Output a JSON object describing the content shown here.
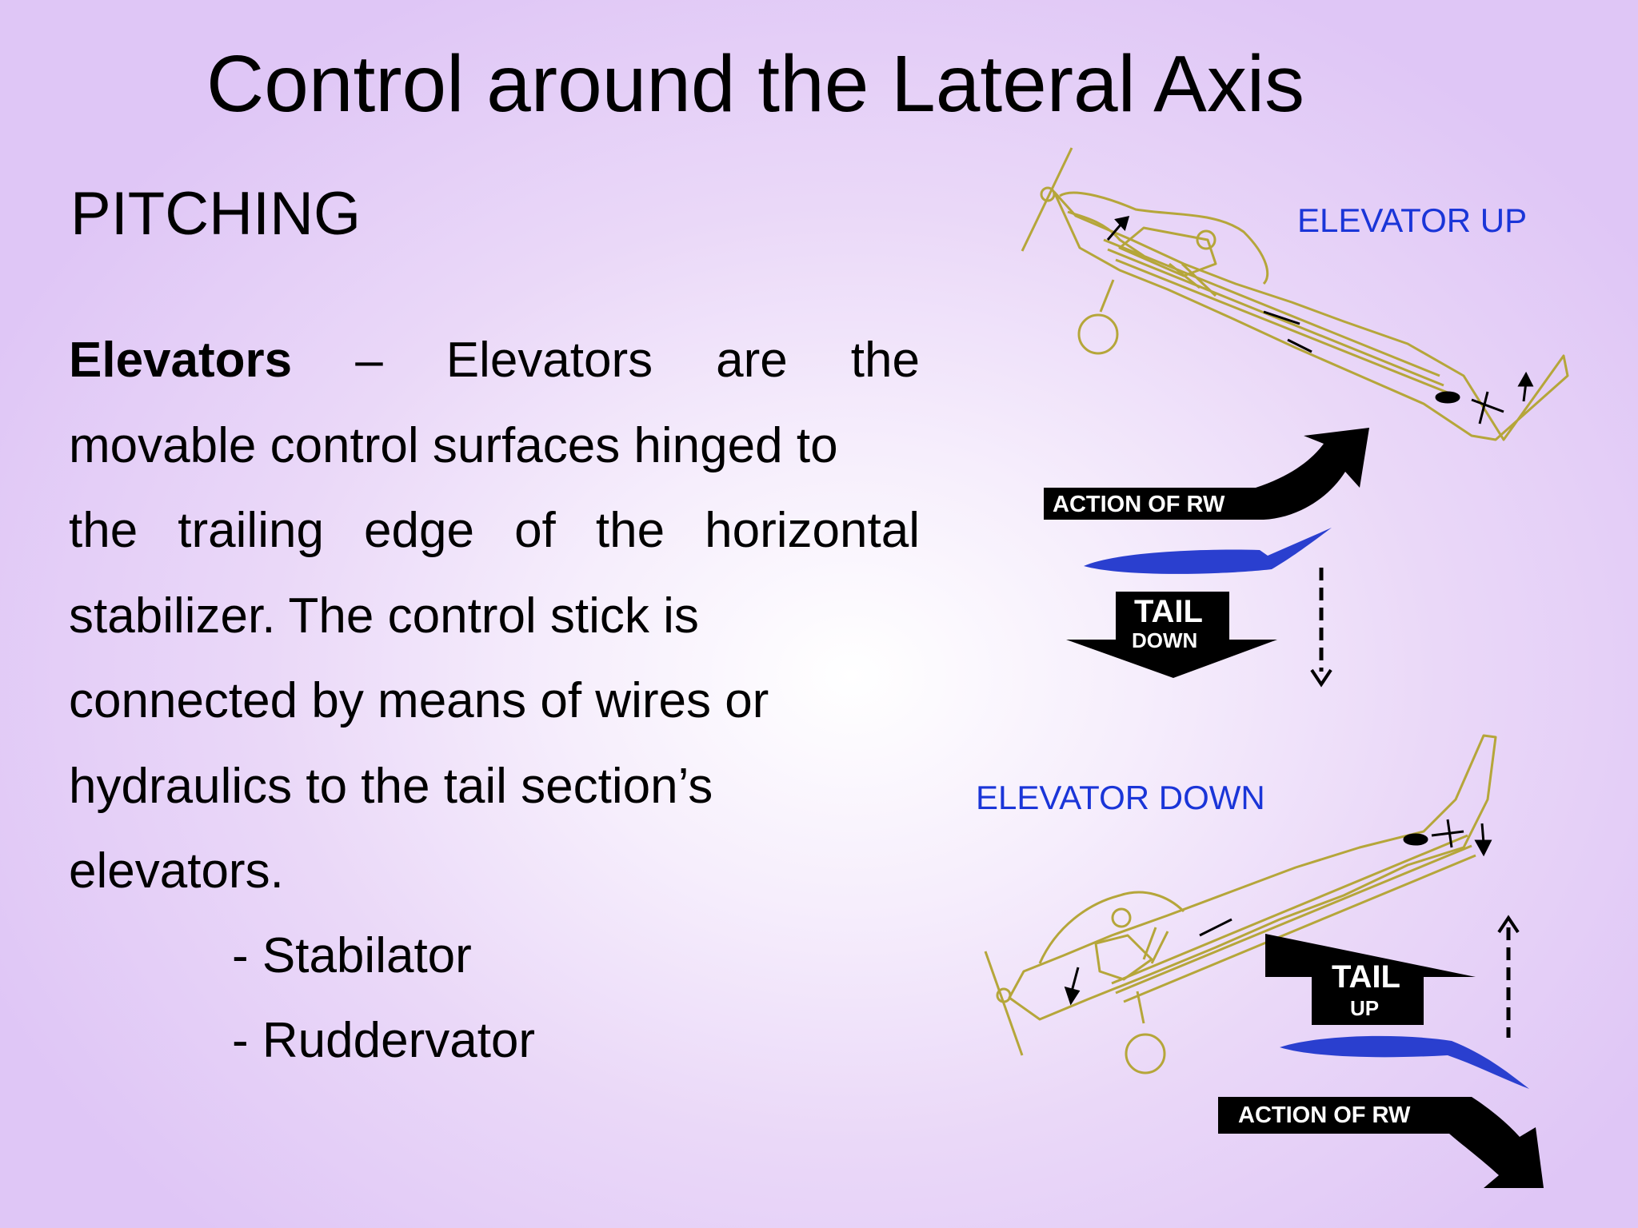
{
  "title": "Control around the Lateral Axis",
  "subtitle": "PITCHING",
  "body": {
    "term": "Elevators",
    "line1_rest": "– Elevators are the",
    "line2": "movable control surfaces hinged to",
    "line3": "the trailing edge of the horizontal",
    "line4": "stabilizer. The control stick is",
    "line5": "connected by means of wires or",
    "line6": "hydraulics to the tail section’s",
    "line7": "elevators."
  },
  "bullets": [
    "- Stabilator",
    "- Ruddervator"
  ],
  "diagram": {
    "top_label": "ELEVATOR UP",
    "top_arrow_label": "ACTION OF RW",
    "top_tail_big": "TAIL",
    "top_tail_small": "DOWN",
    "bottom_label": "ELEVATOR DOWN",
    "bottom_tail_big": "TAIL",
    "bottom_tail_small": "UP",
    "bottom_arrow_label": "ACTION OF RW",
    "colors": {
      "outline": "#b5a63a",
      "label_blue": "#1a35d8",
      "airfoil": "#2a3fcf",
      "arrow": "#000000"
    }
  }
}
